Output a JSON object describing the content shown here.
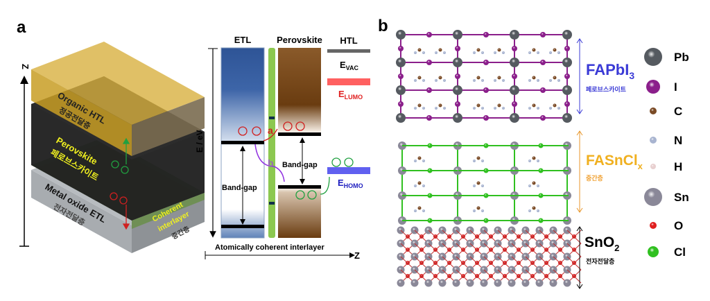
{
  "panel_a": {
    "label": "a",
    "axis_z_label": "Z",
    "layers": {
      "htl_en": "Organic HTL",
      "htl_ko": "정공전달층",
      "perovskite_en": "Perovskite",
      "perovskite_ko": "페로브스카이트",
      "etl_en": "Metal oxide ETL",
      "etl_ko": "전자전달층",
      "interlayer_en_1": "Coherent",
      "interlayer_en_2": "interlayer",
      "interlayer_ko": "중간층"
    },
    "band": {
      "col_etl": "ETL",
      "col_perovskite": "Perovskite",
      "col_htl": "HTL",
      "y_axis": "E / eV",
      "x_axis": "Z",
      "evac": "E",
      "evac_sub": "VAC",
      "elumo": "E",
      "elumo_sub": "LUMO",
      "ehomo": "E",
      "ehomo_sub": "HOMO",
      "bandgap_etl": "Band-gap",
      "bandgap_pvk": "Band-gap",
      "path_a": "a",
      "path_b": "b",
      "caption": "Atomically coherent  interlayer"
    }
  },
  "panel_b": {
    "label": "b",
    "region_top": {
      "name": "FAPbI",
      "sub": "3",
      "ko": "페로브스카이트",
      "color": "#3a3ad6"
    },
    "region_mid": {
      "name": "FASnCl",
      "sub": "x",
      "ko": "중간층",
      "color": "#f0b020"
    },
    "region_bot": {
      "name": "SnO",
      "sub": "2",
      "ko": "전자전달층",
      "color": "#000000"
    },
    "legend": [
      {
        "label": "Pb",
        "color": "#555a60"
      },
      {
        "label": "I",
        "color": "#8b1f8b"
      },
      {
        "label": "C",
        "color": "#7a4a25"
      },
      {
        "label": "N",
        "color": "#a8b4d0"
      },
      {
        "label": "H",
        "color": "#e8d0d0"
      },
      {
        "label": "Sn",
        "color": "#8a8898"
      },
      {
        "label": "O",
        "color": "#e02020"
      },
      {
        "label": "Cl",
        "color": "#30c020"
      }
    ]
  }
}
